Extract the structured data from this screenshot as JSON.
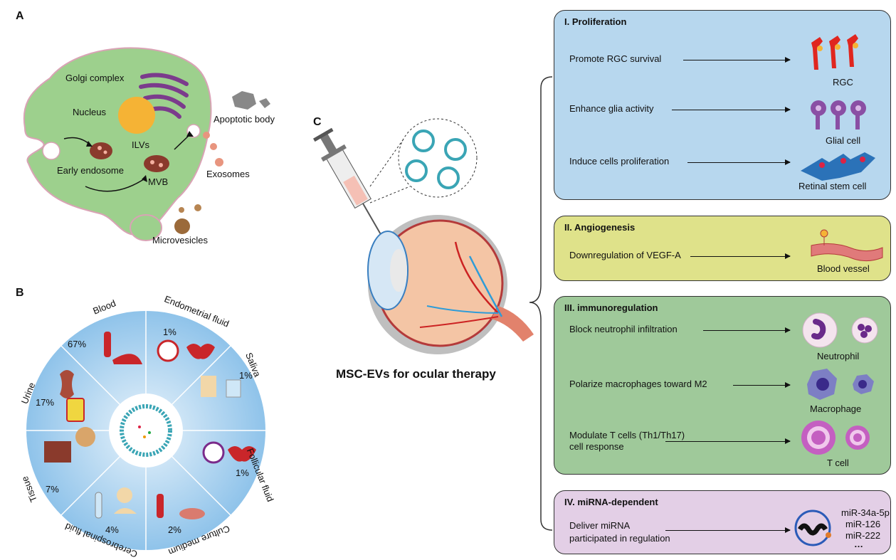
{
  "panels": {
    "a": "A",
    "b": "B",
    "c": "C"
  },
  "panel_a": {
    "golgi": "Golgi complex",
    "nucleus": "Nucleus",
    "ilvs": "ILVs",
    "early_endosome": "Early endosome",
    "mvb": "MVB",
    "apoptotic_body": "Apoptotic body",
    "exosomes": "Exosomes",
    "microvesicles": "Microvesicles"
  },
  "panel_b": {
    "sources": [
      {
        "name": "Blood",
        "percent": "67%"
      },
      {
        "name": "Endometrial fluid",
        "percent": "1%"
      },
      {
        "name": "Saliva",
        "percent": "1%"
      },
      {
        "name": "Follicular fluid",
        "percent": "1%"
      },
      {
        "name": "Culture medium",
        "percent": "2%"
      },
      {
        "name": "Cerebrospinal fluid",
        "percent": "4%"
      },
      {
        "name": "Tissue",
        "percent": "7%"
      },
      {
        "name": "Urine",
        "percent": "17%"
      }
    ]
  },
  "panel_c": {
    "caption": "MSC-EVs for ocular therapy"
  },
  "boxes": {
    "proliferation": {
      "title": "I. Proliferation",
      "rows": [
        {
          "text": "Promote RGC survival",
          "cell": "RGC"
        },
        {
          "text": "Enhance glia activity",
          "cell": "Glial cell"
        },
        {
          "text": "Induce cells proliferation",
          "cell": "Retinal stem cell"
        }
      ]
    },
    "angiogenesis": {
      "title": "II. Angiogenesis",
      "rows": [
        {
          "text": "Downregulation of VEGF-A",
          "cell": "Blood vessel"
        }
      ]
    },
    "immunoregulation": {
      "title": "III. immunoregulation",
      "rows": [
        {
          "text": "Block neutrophil infiltration",
          "cell": "Neutrophil"
        },
        {
          "text": "Polarize macrophages toward M2",
          "cell": "Macrophage"
        },
        {
          "text": "Modulate T cells (Th1/Th17)",
          "text2": "cell response",
          "cell": "T cell"
        }
      ]
    },
    "mirna": {
      "title": "IV. miRNA-dependent",
      "text": "Deliver miRNA",
      "text2": "participated in regulation",
      "mirnas": [
        "miR-34a-5p",
        "miR-126",
        "miR-222",
        "…"
      ]
    }
  },
  "colors": {
    "cell_green": "#9dd08d",
    "box_blue": "#b7d7ee",
    "box_yellow": "#dfe28a",
    "box_green": "#9fc99a",
    "box_pink": "#e3cfe6",
    "wheel_blue": "#8fc3ea"
  }
}
